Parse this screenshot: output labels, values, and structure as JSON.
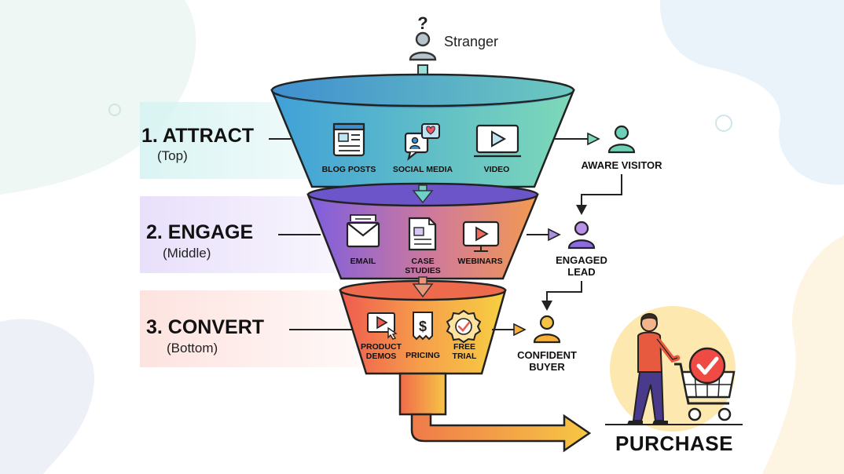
{
  "start": {
    "mark": "?",
    "label": "Stranger"
  },
  "stages": [
    {
      "title": "1. ATTRACT",
      "subtitle": "(Top)",
      "channels": [
        "BLOG POSTS",
        "SOCIAL MEDIA",
        "VIDEO"
      ],
      "persona": [
        "AWARE VISITOR"
      ]
    },
    {
      "title": "2. ENGAGE",
      "subtitle": "(Middle)",
      "channels": [
        [
          "EMAIL"
        ],
        [
          "CASE",
          "STUDIES"
        ],
        [
          "WEBINARS"
        ]
      ],
      "persona": [
        "ENGAGED",
        "LEAD"
      ]
    },
    {
      "title": "3. CONVERT",
      "subtitle": "(Bottom)",
      "channels": [
        [
          "PRODUCT",
          "DEMOS"
        ],
        [
          "PRICING"
        ],
        [
          "FREE",
          "TRIAL"
        ]
      ],
      "persona": [
        "CONFIDENT",
        "BUYER"
      ]
    }
  ],
  "outcome": {
    "label": "PURCHASE"
  },
  "colors": {
    "attract": "#5fb7d5",
    "engage": "#8e6be0",
    "convert": "#f39a3a",
    "accent": "#f4c430"
  },
  "icons": [
    "person-icon",
    "document-icon",
    "chat-bubble-icon",
    "play-icon",
    "envelope-icon",
    "case-study-icon",
    "webinar-icon",
    "demo-screen-icon",
    "price-tag-icon",
    "badge-check-icon",
    "shopping-cart-icon"
  ]
}
